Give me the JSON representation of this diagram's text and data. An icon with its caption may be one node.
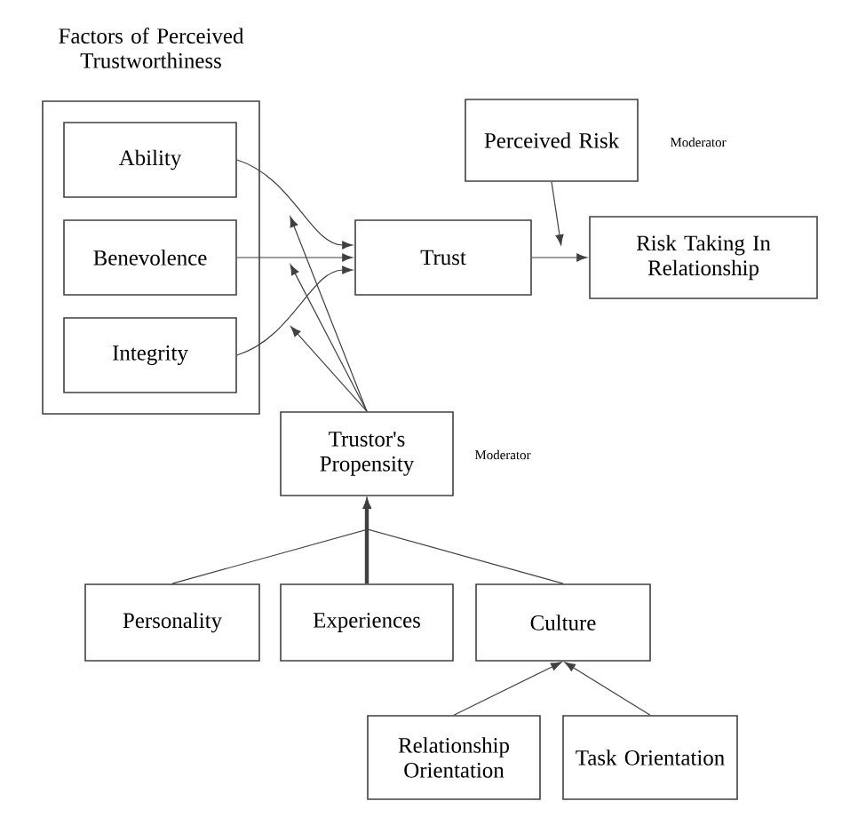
{
  "diagram": {
    "nodes": [
      {
        "text": [
          "Factors of Perceived Trustworthiness"
        ]
      },
      {
        "text": [
          "Ability"
        ],
        "in": 0
      },
      {
        "text": [
          "Benevolence"
        ],
        "in": 0
      },
      {
        "text": [
          "Integrity"
        ],
        "in": 0
      },
      {
        "text": [
          "Trust"
        ]
      },
      {
        "text": [
          "Perceived Risk"
        ],
        "beside": [
          "Moderator"
        ]
      },
      {
        "text": [
          "Risk Taking In Relationship"
        ]
      },
      {
        "text": [
          "Trustor's Propensity"
        ],
        "beside": [
          "Moderator"
        ]
      },
      {
        "text": [
          "Personality"
        ]
      },
      {
        "text": [
          "Experiences"
        ]
      },
      {
        "text": [
          "Culture"
        ]
      },
      {
        "text": [
          "Relationship Orientation"
        ]
      },
      {
        "text": [
          "Task Orientation"
        ]
      }
    ],
    "edges": [
      {
        "from": 1,
        "to": 4,
        "arrow": "to"
      },
      {
        "from": 2,
        "to": 4,
        "arrow": "to"
      },
      {
        "from": 3,
        "to": 4,
        "arrow": "to"
      },
      {
        "from": 4,
        "to": 6,
        "arrow": "to"
      },
      {
        "from": 5,
        "to": null,
        "arrow": "to"
      },
      {
        "from": 7,
        "to": null,
        "arrow": "to"
      },
      {
        "from": 7,
        "to": null,
        "arrow": "to"
      },
      {
        "from": 7,
        "to": null,
        "arrow": "to"
      },
      {
        "from": 8,
        "to": 7,
        "arrow": "to"
      },
      {
        "from": 9,
        "to": 7,
        "arrow": "to",
        "style": "thick"
      },
      {
        "from": 10,
        "to": 7,
        "arrow": "to"
      },
      {
        "from": 11,
        "to": 10,
        "arrow": "to"
      },
      {
        "from": 12,
        "to": 10,
        "arrow": "to"
      }
    ]
  }
}
